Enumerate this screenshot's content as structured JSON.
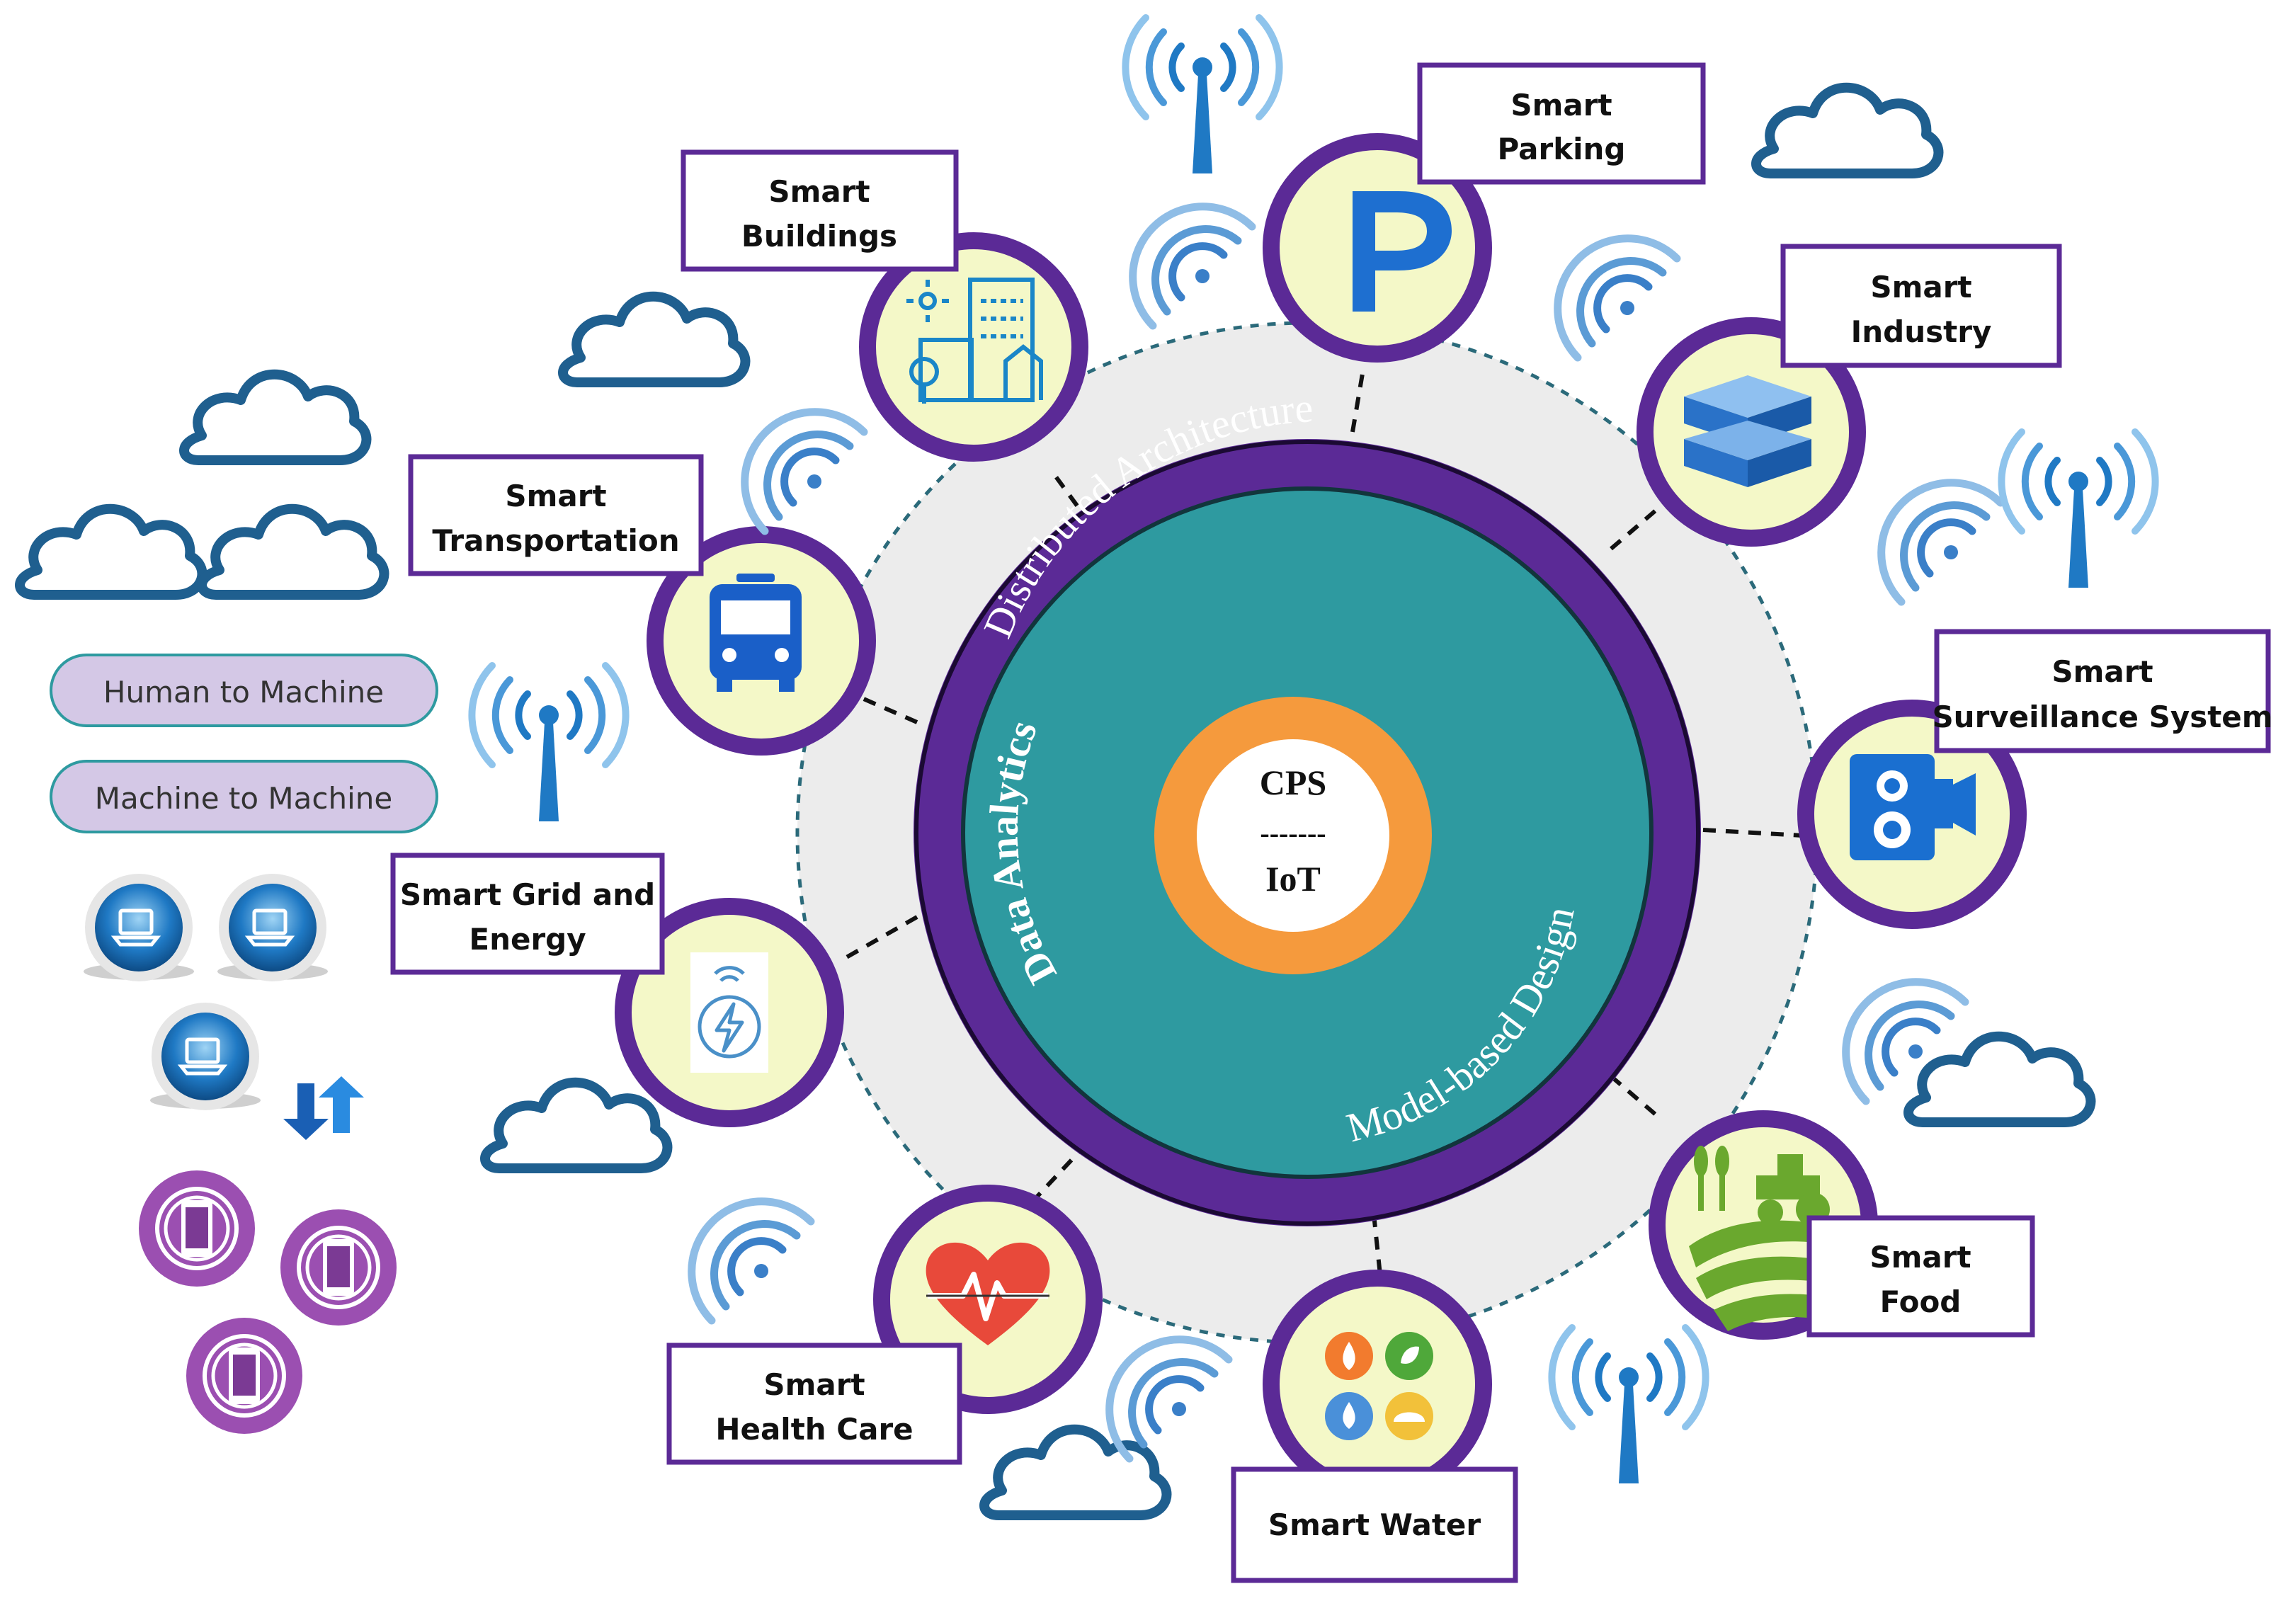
{
  "core": {
    "top": "CPS",
    "divider": "-------",
    "bottom": "IoT"
  },
  "ring_labels": {
    "distributed": "Distributed Architecture",
    "analytics": "Data Analytics",
    "model": "Model-based Design"
  },
  "nodes": [
    {
      "id": "parking",
      "icon": "parking-icon",
      "line1": "Smart",
      "line2": "Parking"
    },
    {
      "id": "industry",
      "icon": "server-icon",
      "line1": "Smart",
      "line2": "Industry"
    },
    {
      "id": "surveillance",
      "icon": "camera-icon",
      "line1": "Smart",
      "line2": "Surveillance System"
    },
    {
      "id": "food",
      "icon": "farm-icon",
      "line1": "Smart",
      "line2": "Food"
    },
    {
      "id": "water",
      "icon": "elements-icon",
      "line1": "Smart Water",
      "line2": ""
    },
    {
      "id": "health",
      "icon": "heart-icon",
      "line1": "Smart",
      "line2": "Health Care"
    },
    {
      "id": "grid",
      "icon": "energy-icon",
      "line1": "Smart Grid and",
      "line2": "Energy"
    },
    {
      "id": "transportation",
      "icon": "bus-icon",
      "line1": "Smart",
      "line2": "Transportation"
    },
    {
      "id": "buildings",
      "icon": "buildings-icon",
      "line1": "Smart",
      "line2": "Buildings"
    }
  ],
  "legend": {
    "human_to_machine": "Human to Machine",
    "machine_to_machine": "Machine to Machine"
  },
  "colors": {
    "purple": "#5b2a96",
    "teal": "#2e9aa0",
    "orange": "#f59a3d",
    "node_fill": "#f4f8c8",
    "icon_blue": "#1a5fb4",
    "cloud_blue": "#1f5f8f",
    "halo": "#ececec"
  }
}
